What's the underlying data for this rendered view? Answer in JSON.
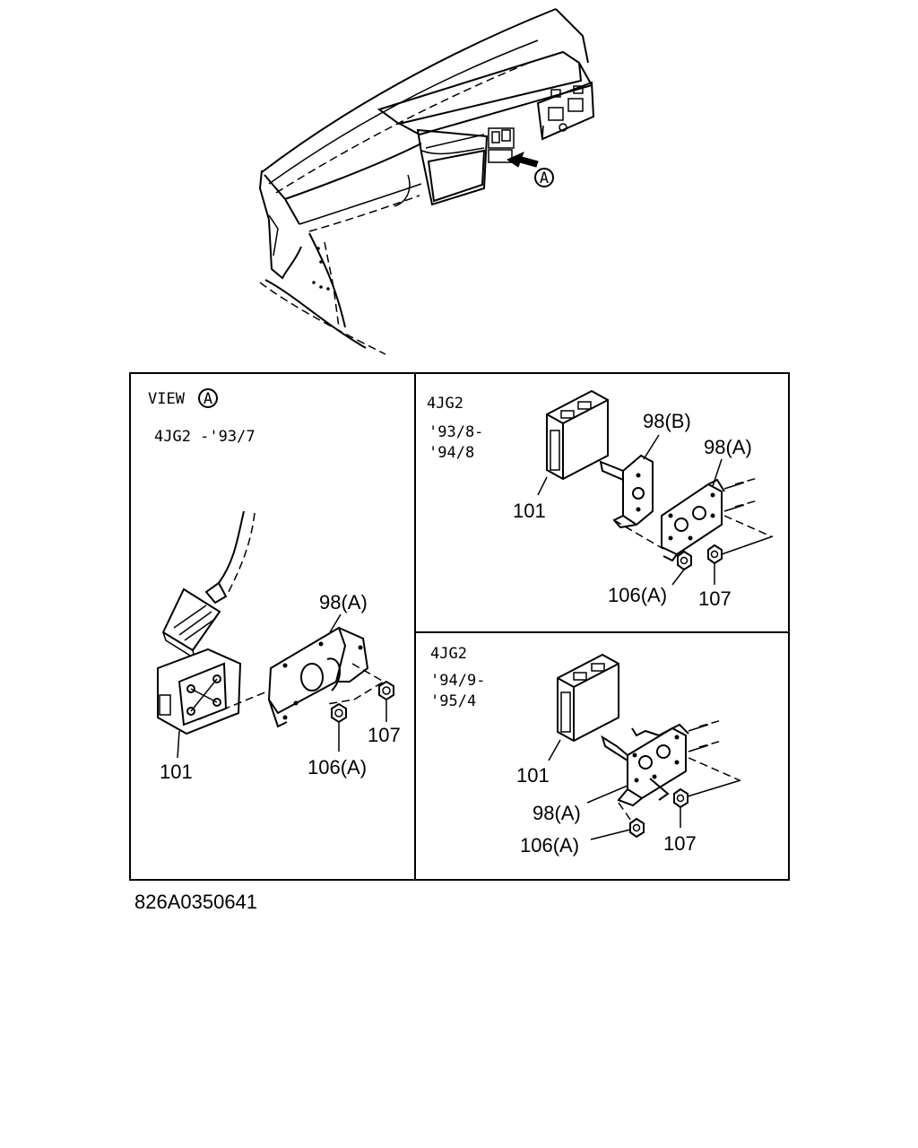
{
  "top_view": {
    "view_marker": "A"
  },
  "panel_left": {
    "view_label": "VIEW",
    "view_marker": "A",
    "model_label": "4JG2 -'93/7",
    "labels": {
      "part_101": "101",
      "part_98a": "98(A)",
      "part_106a": "106(A)",
      "part_107": "107"
    }
  },
  "panel_top_right": {
    "model_label": "4JG2",
    "date_from": "'93/8-",
    "date_to": "'94/8",
    "labels": {
      "part_101": "101",
      "part_98b": "98(B)",
      "part_98a": "98(A)",
      "part_106a": "106(A)",
      "part_107": "107"
    }
  },
  "panel_bottom_right": {
    "model_label": "4JG2",
    "date_from": "'94/9-",
    "date_to": "'95/4",
    "labels": {
      "part_101": "101",
      "part_98a": "98(A)",
      "part_106a": "106(A)",
      "part_107": "107"
    }
  },
  "diagram_code": "826A0350641"
}
